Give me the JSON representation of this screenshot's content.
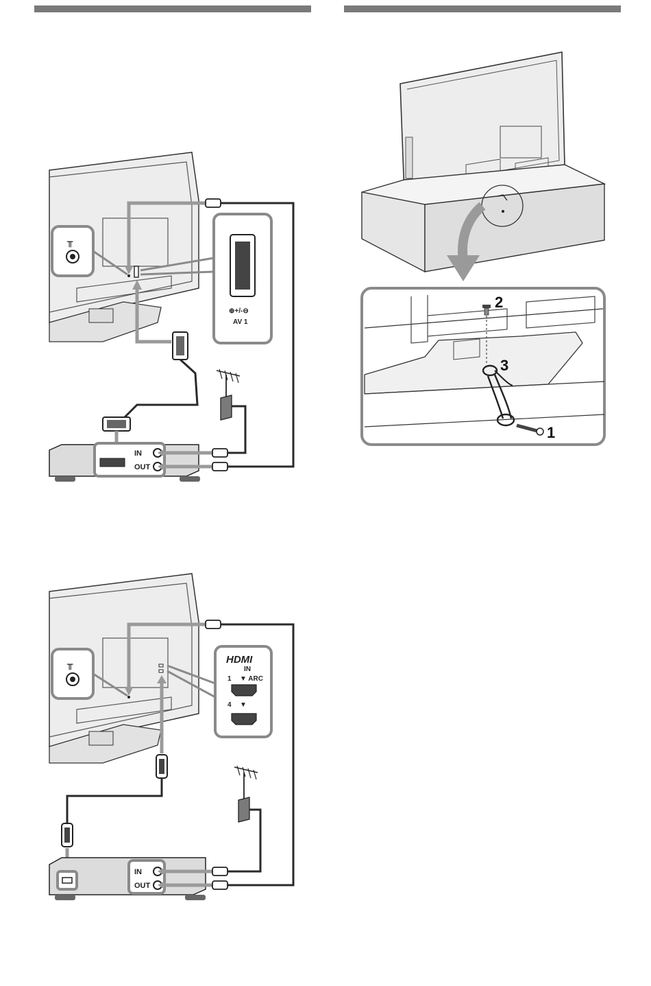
{
  "left_top": {
    "scart_port": {
      "symbol": "⊕+/-⊖",
      "label": "AV 1"
    },
    "recorder": {
      "in_label": "IN",
      "out_label": "OUT"
    }
  },
  "left_bottom": {
    "hdmi_panel": {
      "logo": "HDMI",
      "in_label": "IN",
      "port1_num": "1",
      "port1_tag": "▼ ARC",
      "port4_num": "4",
      "port4_tag": "▼"
    },
    "recorder": {
      "in_label": "IN",
      "out_label": "OUT"
    }
  },
  "right": {
    "steps": [
      "1",
      "2",
      "3"
    ]
  },
  "colors": {
    "bar": "#7a7a7a",
    "arrow": "#9a9a9a",
    "cable": "#2a2a2a",
    "panel_stroke": "#8a8a8a"
  }
}
